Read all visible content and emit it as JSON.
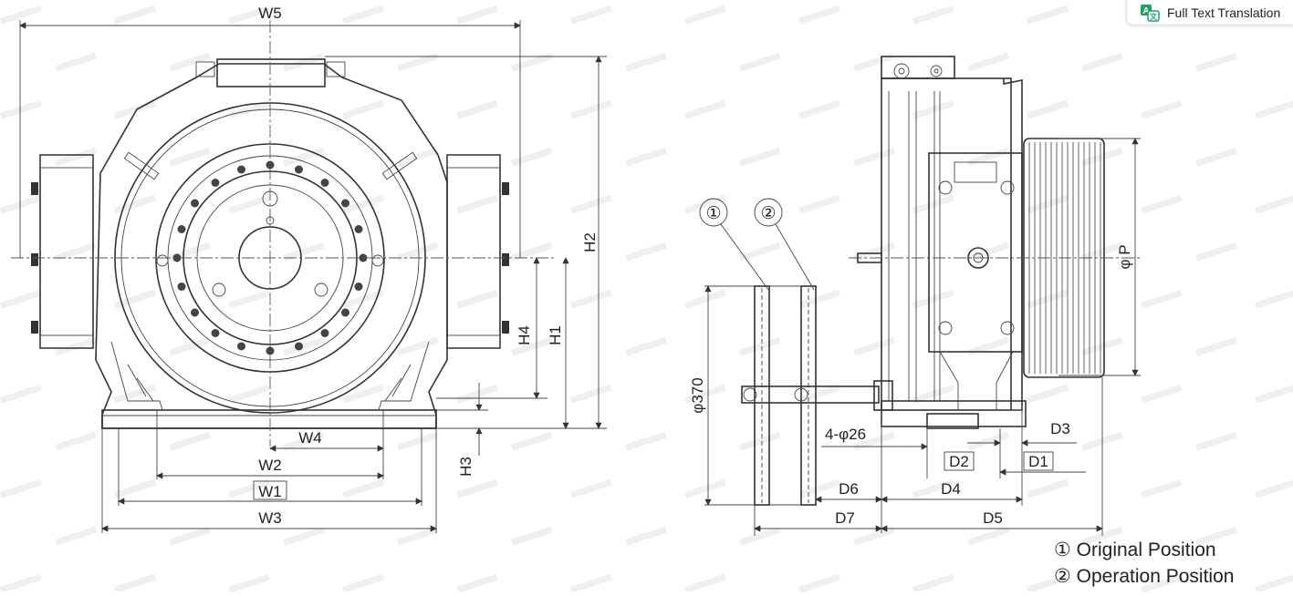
{
  "toolbar": {
    "translate_label": "Full Text Translation",
    "icon": "translate-icon",
    "accent": "#1aa260"
  },
  "diagram": {
    "front_view": {
      "labels": {
        "w5": "W5",
        "h2": "H2",
        "h1": "H1",
        "h4": "H4",
        "h3": "H3",
        "w4": "W4",
        "w2": "W2",
        "w1": "W1",
        "w3": "W3"
      }
    },
    "side_view": {
      "labels": {
        "phi_p": "φ P",
        "phi370": "φ370",
        "holes": "4-φ26",
        "d3": "D3",
        "d2": "D2",
        "d1": "D1",
        "d6": "D6",
        "d4": "D4",
        "d7": "D7",
        "d5": "D5",
        "callout1": "①",
        "callout2": "②"
      }
    },
    "legend": [
      {
        "text": "① Original Position"
      },
      {
        "text": "② Operation Position"
      }
    ]
  }
}
